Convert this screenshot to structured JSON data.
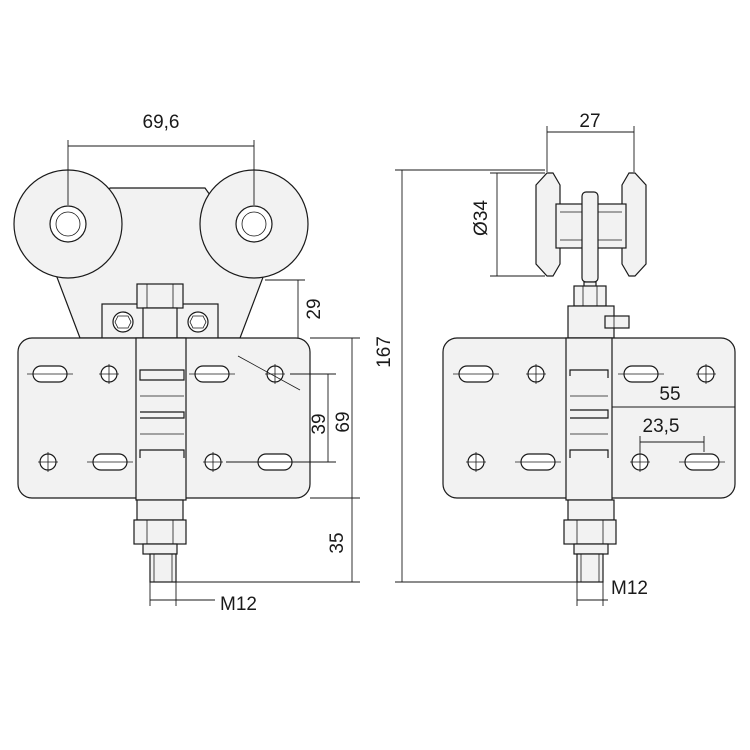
{
  "front_view": {
    "dim_wheel_spacing": "69,6",
    "dim_bracket_height": "29",
    "dim_hole_spacing": "39",
    "dim_plate_height": "69",
    "dim_stem_length": "35",
    "dim_thread": "M12"
  },
  "side_view": {
    "dim_wheel_width": "27",
    "dim_wheel_diameter": "Ø34",
    "dim_overall_height": "167",
    "dim_hole_offset": "55",
    "dim_slot_spacing": "23,5",
    "dim_thread": "M12"
  },
  "colors": {
    "line": "#1a1a1a",
    "fill": "#f2f2f2",
    "background": "#ffffff"
  }
}
